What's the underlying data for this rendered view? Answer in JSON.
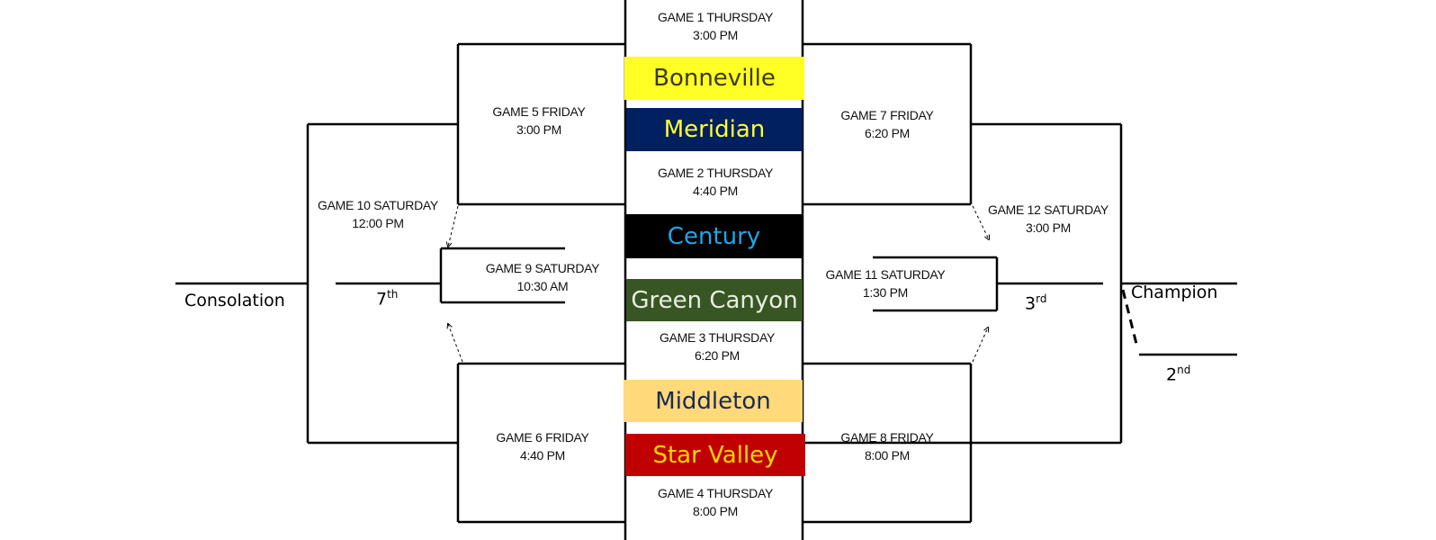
{
  "games": {
    "g1": {
      "title": "GAME 1 THURSDAY",
      "time": "3:00 PM"
    },
    "g2": {
      "title": "GAME 2 THURSDAY",
      "time": "4:40 PM"
    },
    "g3": {
      "title": "GAME 3 THURSDAY",
      "time": "6:20 PM"
    },
    "g4": {
      "title": "GAME 4 THURSDAY",
      "time": "8:00 PM"
    },
    "g5": {
      "title": "GAME 5 FRIDAY",
      "time": "3:00 PM"
    },
    "g6": {
      "title": "GAME 6 FRIDAY",
      "time": "4:40 PM"
    },
    "g7": {
      "title": "GAME 7 FRIDAY",
      "time": "6:20 PM"
    },
    "g8": {
      "title": "GAME 8 FRIDAY",
      "time": "8:00 PM"
    },
    "g9": {
      "title": "GAME 9 SATURDAY",
      "time": "10:30 AM"
    },
    "g10": {
      "title": "GAME 10 SATURDAY",
      "time": "12:00 PM"
    },
    "g11": {
      "title": "GAME 11 SATURDAY",
      "time": "1:30 PM"
    },
    "g12": {
      "title": "GAME 12 SATURDAY",
      "time": "3:00 PM"
    }
  },
  "teams": {
    "bonneville": {
      "name": "Bonneville",
      "bg": "#ffff26",
      "fg": "#3a3a1a"
    },
    "meridian": {
      "name": "Meridian",
      "bg": "#002060",
      "fg": "#ffff33"
    },
    "century": {
      "name": "Century",
      "bg": "#000000",
      "fg": "#1ea7e8"
    },
    "green_canyon": {
      "name": "Green Canyon",
      "bg": "#375623",
      "fg": "#e8eee0"
    },
    "middleton": {
      "name": "Middleton",
      "bg": "#ffd97a",
      "fg": "#1a2a55"
    },
    "star_valley": {
      "name": "Star Valley",
      "bg": "#c00000",
      "fg": "#ffd700"
    }
  },
  "labels": {
    "consolation": "Consolation",
    "champion": "Champion",
    "seventh": {
      "num": "7",
      "suffix": "th"
    },
    "third": {
      "num": "3",
      "suffix": "rd"
    },
    "second": {
      "num": "2",
      "suffix": "nd"
    }
  }
}
